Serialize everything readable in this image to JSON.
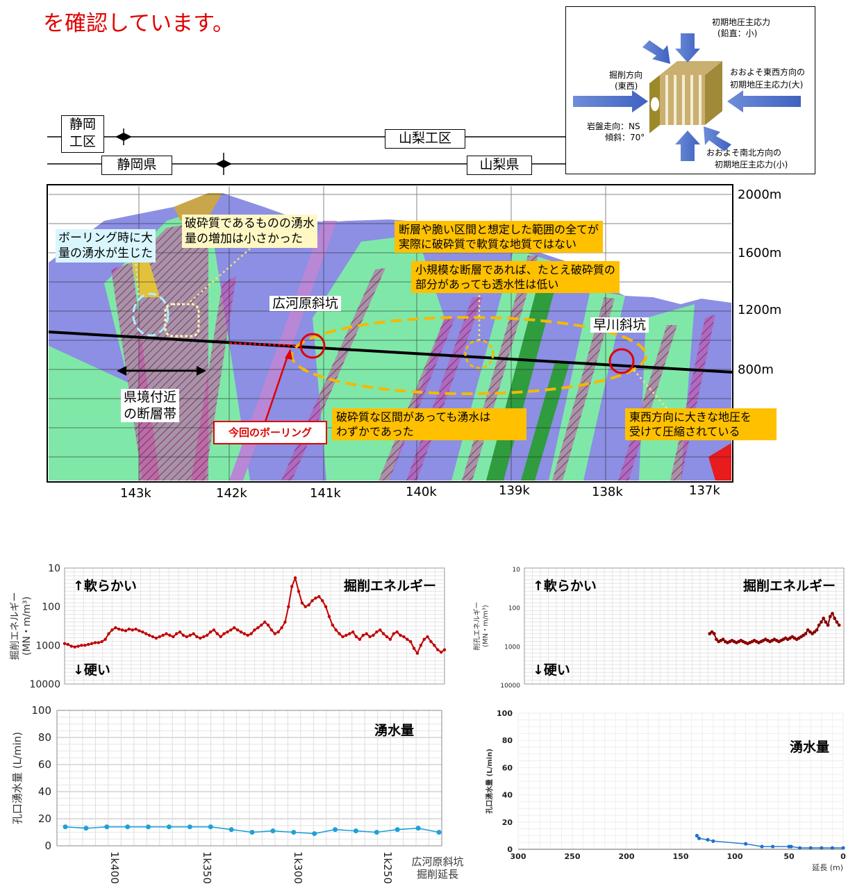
{
  "intro_text": "を確認しています。",
  "stress_diagram": {
    "top_label_1": "初期地圧主応力",
    "top_label_2": "(鉛直：小)",
    "left_label_1": "掘削方向",
    "left_label_2": "(東西)",
    "right_label_1": "おおよそ東西方向の",
    "right_label_2": "初期地圧主応力(大)",
    "rock_label_1": "岩盤走向：NS",
    "rock_label_2": "傾斜：70°",
    "bottom_label_1": "おおよそ南北方向の",
    "bottom_label_2": "初期地圧主応力(小)"
  },
  "sections": {
    "shizuoka_ku": "静岡\n工区",
    "yamanashi_ku": "山梨工区",
    "shizuoka_ken": "静岡県",
    "yamanashi_ken": "山梨県"
  },
  "profile": {
    "elevations": [
      "2000m",
      "1600m",
      "1200m",
      "800m"
    ],
    "distances": [
      "143k",
      "142k",
      "141k",
      "140k",
      "139k",
      "138k",
      "137k"
    ],
    "callout_boring": "ボーリング時に大\n量の湧水が生じた",
    "callout_fracture": "破砕質であるものの湧水\n量の増加は小さかった",
    "callout_fault_range": "断層や脆い区間と想定した範囲の全てが\n実際に破砕質で軟質な地質ではない",
    "callout_small_fault": "小規模な断層であれば、たとえ破砕質の\n部分があっても透水性は低い",
    "hirogawara": "広河原斜坑",
    "hayakawa": "早川斜坑",
    "fault_zone": "県境付近\nの断層帯",
    "current_boring": "今回のボーリング",
    "callout_water_little": "破砕質な区間があっても湧水は\nわずかであった",
    "callout_compression": "東西方向に大きな地圧を\n受けて圧縮されている"
  },
  "chart_data": [
    {
      "type": "line",
      "title": "掘削エネルギー",
      "ylabel": "掘削エネルギー\n(MN・m/m³)",
      "y_scale": "log-reversed",
      "y_ticks": [
        "10",
        "100",
        "1000",
        "10000"
      ],
      "ylim": [
        10000,
        10
      ],
      "annotation_top": "↑軟らかい",
      "annotation_bottom": "↓硬い",
      "color": "#c00000",
      "values": [
        900,
        950,
        1050,
        1100,
        1050,
        1000,
        1000,
        950,
        900,
        850,
        850,
        800,
        700,
        500,
        400,
        350,
        380,
        400,
        420,
        380,
        400,
        380,
        420,
        450,
        500,
        550,
        600,
        650,
        600,
        550,
        500,
        550,
        600,
        500,
        450,
        550,
        600,
        550,
        500,
        600,
        650,
        600,
        550,
        450,
        400,
        500,
        600,
        500,
        450,
        400,
        350,
        400,
        450,
        500,
        550,
        500,
        400,
        350,
        300,
        250,
        300,
        400,
        500,
        450,
        350,
        250,
        100,
        30,
        18,
        40,
        80,
        100,
        90,
        70,
        60,
        55,
        70,
        100,
        180,
        300,
        400,
        500,
        600,
        550,
        500,
        450,
        600,
        700,
        550,
        500,
        600,
        550,
        450,
        400,
        500,
        600,
        700,
        500,
        450,
        550,
        600,
        700,
        800,
        1200,
        1600,
        1000,
        700,
        600,
        800,
        1000,
        1300,
        1500,
        1300
      ]
    },
    {
      "type": "line",
      "title": "掘削エネルギー",
      "ylabel": "削孔エネルギー\n(MN・m/m³)",
      "y_scale": "log-reversed",
      "y_ticks": [
        "10",
        "100",
        "1000",
        "10000"
      ],
      "ylim": [
        10000,
        10
      ],
      "annotation_top": "↑軟らかい",
      "annotation_bottom": "↓硬い",
      "color": "#8b0000",
      "values": [
        500,
        450,
        500,
        700,
        800,
        750,
        700,
        800,
        850,
        800,
        750,
        800,
        850,
        800,
        750,
        800,
        850,
        900,
        850,
        800,
        750,
        800,
        850,
        800,
        750,
        700,
        750,
        800,
        750,
        700,
        750,
        800,
        750,
        700,
        650,
        700,
        650,
        600,
        650,
        700,
        650,
        600,
        550,
        500,
        400,
        450,
        500,
        450,
        400,
        300,
        250,
        200,
        250,
        300,
        180,
        150,
        200,
        250,
        300
      ]
    },
    {
      "type": "line",
      "title": "湧水量",
      "ylabel": "孔口湧水量 (L/min)",
      "ylim": [
        0,
        100
      ],
      "y_ticks": [
        "0",
        "20",
        "40",
        "60",
        "80",
        "100"
      ],
      "x_tick_labels": [
        "1k400m",
        "1k350m",
        "1k300m",
        "1k250m"
      ],
      "x_caption": "広河原斜坑\n掘削延長",
      "color": "#1fa0d8",
      "values": [
        14,
        13,
        14,
        14,
        14,
        14,
        14,
        14,
        12,
        10,
        11,
        10,
        9,
        12,
        11,
        10,
        12,
        13,
        10
      ]
    },
    {
      "type": "line",
      "title": "湧水量",
      "ylabel": "孔口湧水量 (L/min)",
      "xlabel": "延長 (m)",
      "ylim": [
        0,
        100
      ],
      "y_ticks": [
        "0",
        "20",
        "40",
        "60",
        "80",
        "100"
      ],
      "x_ticks": [
        "300",
        "250",
        "200",
        "150",
        "100",
        "50",
        "0"
      ],
      "color": "#1f6fd0",
      "x": [
        135,
        133,
        125,
        120,
        90,
        75,
        65,
        50,
        48,
        40,
        30,
        20,
        10,
        0
      ],
      "values": [
        10,
        8,
        7,
        6,
        4,
        2,
        2,
        2,
        2,
        1,
        1,
        1,
        1,
        1
      ]
    }
  ]
}
